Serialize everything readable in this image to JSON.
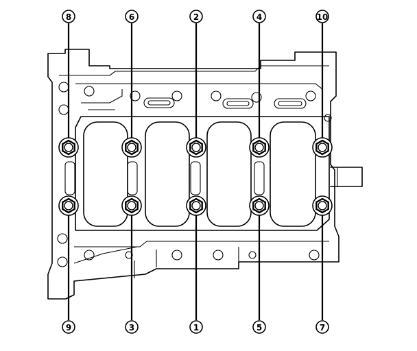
{
  "diagram": {
    "bolts": [
      {
        "id": "bolt-8",
        "label": "8",
        "col": 0,
        "row": "top"
      },
      {
        "id": "bolt-6",
        "label": "6",
        "col": 1,
        "row": "top"
      },
      {
        "id": "bolt-2",
        "label": "2",
        "col": 2,
        "row": "top"
      },
      {
        "id": "bolt-4",
        "label": "4",
        "col": 3,
        "row": "top"
      },
      {
        "id": "bolt-10",
        "label": "10",
        "col": 4,
        "row": "top"
      },
      {
        "id": "bolt-9",
        "label": "9",
        "col": 0,
        "row": "bottom"
      },
      {
        "id": "bolt-3",
        "label": "3",
        "col": 1,
        "row": "bottom"
      },
      {
        "id": "bolt-1",
        "label": "1",
        "col": 2,
        "row": "bottom"
      },
      {
        "id": "bolt-5",
        "label": "5",
        "col": 3,
        "row": "bottom"
      },
      {
        "id": "bolt-7",
        "label": "7",
        "col": 4,
        "row": "bottom"
      }
    ],
    "colors": {
      "line": "#000000",
      "background": "#ffffff"
    }
  }
}
